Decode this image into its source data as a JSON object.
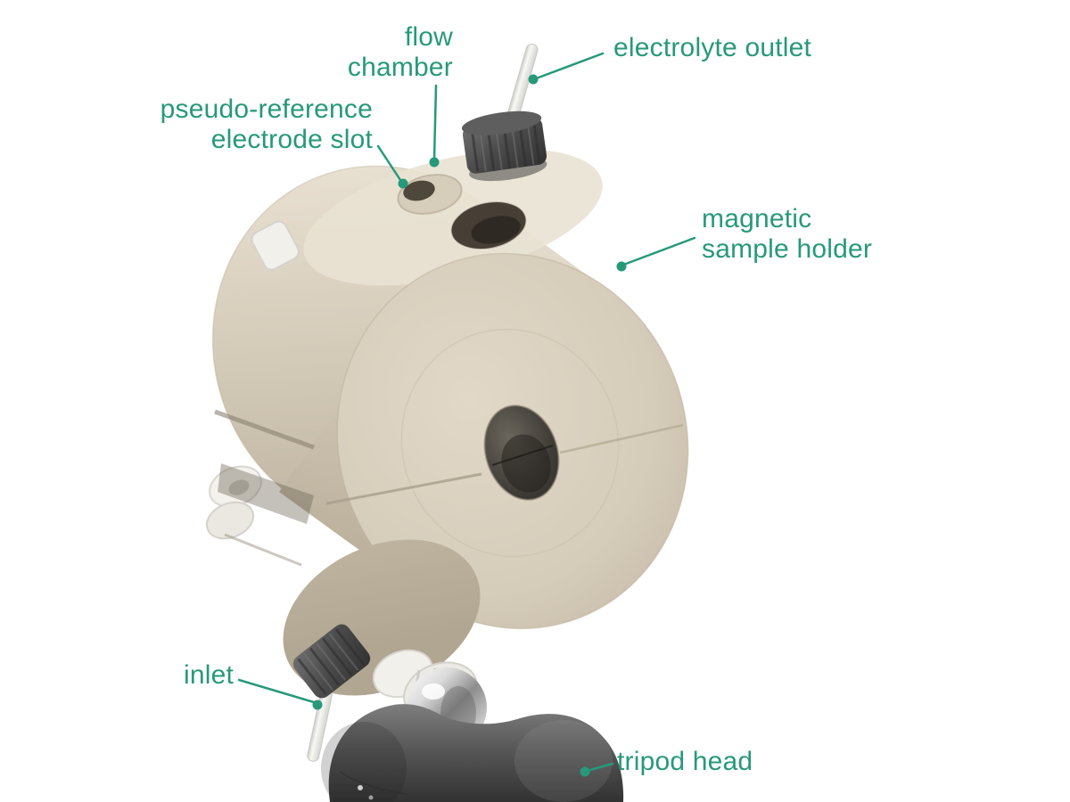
{
  "colors": {
    "accent": "#27997a",
    "holder-beige": "#d5cbb9",
    "fitting-dark": "#4a4a4a",
    "tube-white": "#f2f1ed",
    "bg": "#ffffff"
  },
  "labels": {
    "flow_chamber": "flow\nchamber",
    "electrolyte_outlet": "electrolyte outlet",
    "pseudo_reference_electrode_slot": "pseudo-reference\nelectrode slot",
    "magnetic_sample_holder": "magnetic\nsample holder",
    "inlet": "inlet",
    "tripod_head": "tripod head"
  }
}
